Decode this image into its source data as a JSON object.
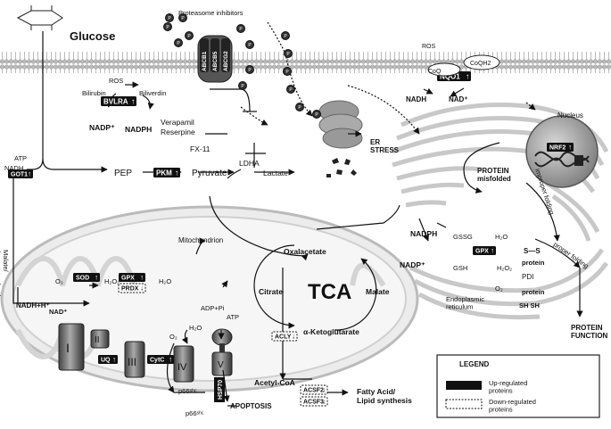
{
  "labels": {
    "glucose": "Glucose",
    "proteasome_inhibitors": "Proteasome inhibitors",
    "ros_top": "ROS",
    "bilirubin": "Bilirubin",
    "biliverdin": "Biliverdin",
    "bvlra": "BVLRA",
    "nadp_plus_1": "NADP⁺",
    "nadph_1": "NADPH",
    "verapamil": "Verapamil",
    "reserpine": "Reserpine",
    "fx11": "FX-11",
    "ldha": "LDHA",
    "atp_left": "ATP",
    "nadh_left": "NADH",
    "got1": "GOT1",
    "pep": "PEP",
    "pkm": "PKM",
    "pyruvate": "Pyruvate",
    "lactate": "Lactate",
    "er_stress": "ER\nSTRESS",
    "ros_right": "ROS",
    "coq": "CoQ",
    "coqh2": "CoQH2",
    "nqo1": "NQO1",
    "nadh_right": "NADH",
    "nad_right": "NAD⁺",
    "nucleus": "Nucleus",
    "nrf2": "NRF2",
    "protein_misfolded": "PROTEIN\nmisfolded",
    "improper_folding": "improper folding",
    "proper_folding": "proper folding",
    "mitochondrion": "Mitochondrion",
    "malate_shuttle": "Malate/\nAspartate shuttle",
    "o2_a": "O₂",
    "sod1": "SOD",
    "h2o2_a": "H₂O₂",
    "gpx_a": "GPX",
    "prdx": "PRDX",
    "h2o_a": "H₂O",
    "nadh_h": "NADH+H⁺",
    "nad_mito": "NAD⁺",
    "complex_i": "I",
    "complex_ii": "II",
    "complex_iii": "III",
    "complex_iv": "IV",
    "complex_v": "V",
    "uq": "UQ",
    "cytc": "CytC",
    "o2_b": "O₂",
    "h2o_b": "H₂O",
    "adp_pi": "ADP+Pi",
    "atp_mito": "ATP",
    "p66_1": "p66ˢʰᶜ",
    "p66_2": "p66ˢʰᶜ",
    "hsp70": "HSP70",
    "apoptosis": "APOPTOSIS",
    "tca": "TCA",
    "oxalacetate": "Oxalacetate",
    "citrate": "Citrate",
    "malate": "Malate",
    "akg": "α-Ketoglutarate",
    "acly": "ACLY",
    "acetyl_coa": "Acetyl-CoA",
    "acsf2": "ACSF2",
    "acsf3": "ACSF3",
    "fatty_acid": "Fatty Acid/\nLipid synthesis",
    "nadph_er": "NADPH",
    "nadp_er": "NADP⁺",
    "gssg": "GSSG",
    "gpx_er": "GPX",
    "gsh": "GSH",
    "h2o_er": "H₂O",
    "h2o2_er": "H₂O₂",
    "s_s": "S—S",
    "protein_ss": "protein",
    "pdi": "PDI",
    "o2_er": "O₂",
    "protein_sh": "protein",
    "sh_sh": "SH  SH",
    "er_label": "Endoplasmic\nreticulum",
    "protein_function": "PROTEIN\n\nFUNCTION",
    "legend_title": "LEGEND",
    "legend_up": "Up-regulated\nproteins",
    "legend_down": "Down-regulated\nproteins",
    "arrow_up": "↑",
    "arrow_down": "↓",
    "ab_badges": [
      "ABCB1",
      "ABCB5",
      "ABCG2"
    ],
    "p_letter": "P"
  }
}
